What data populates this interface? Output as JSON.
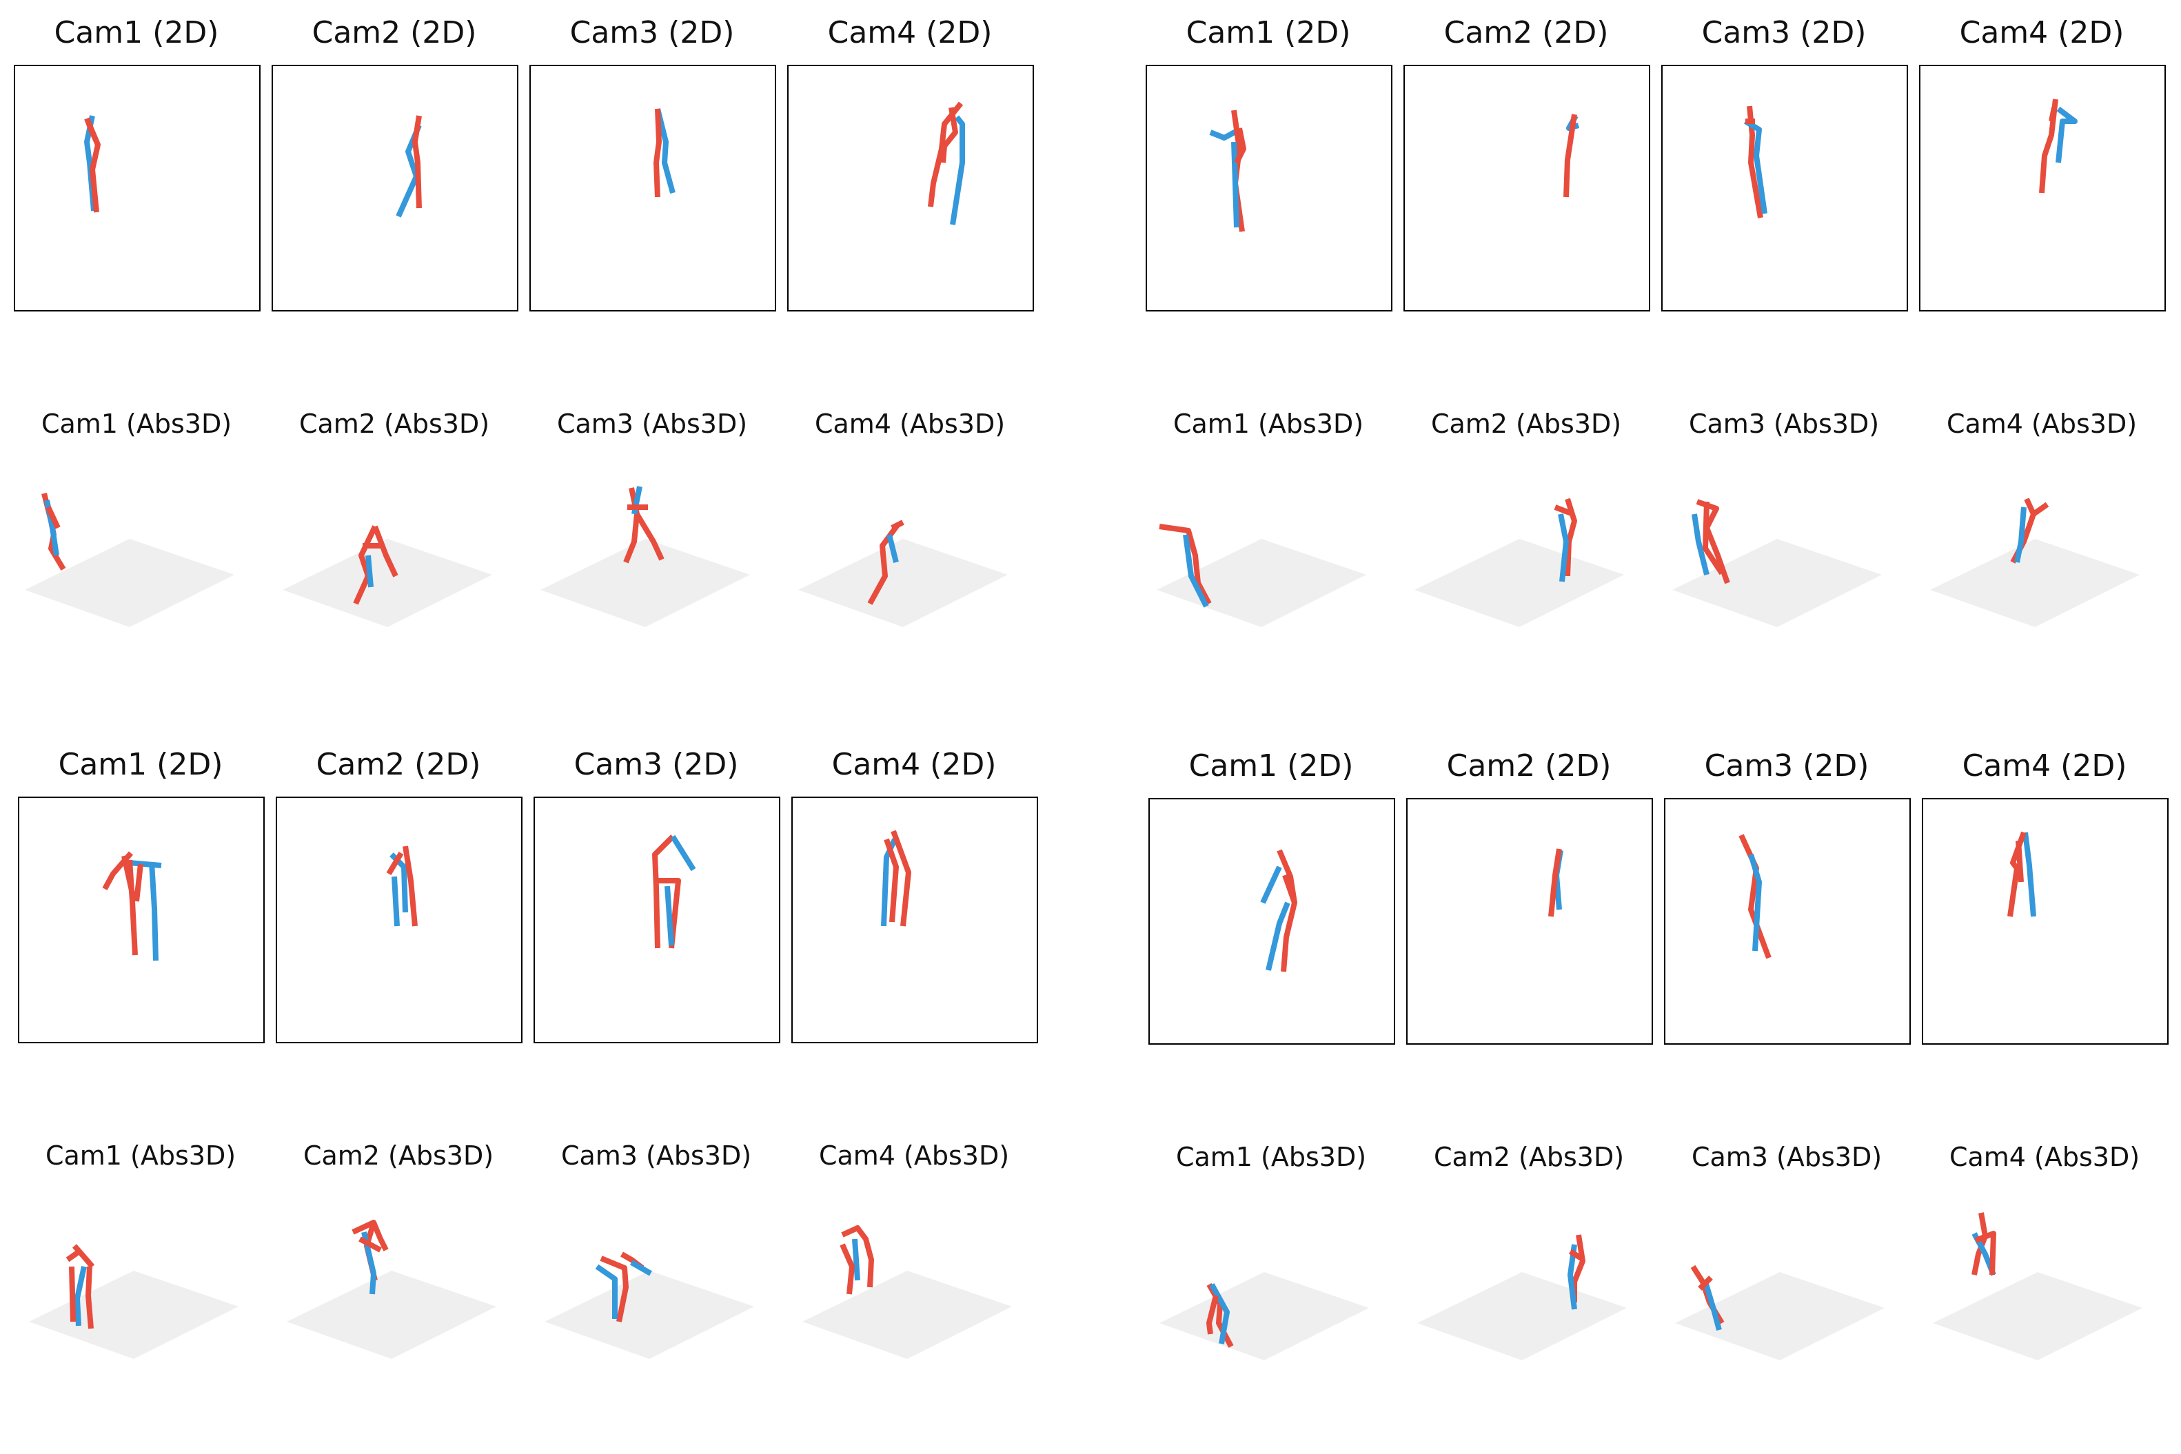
{
  "colors": {
    "blue": "#3498db",
    "red": "#e74c3c",
    "floor": "#efefef"
  },
  "groups": [
    {
      "panels": [
        {
          "title_2d": "Cam1 (2D)",
          "title_3d": "Cam1 (Abs3D)"
        },
        {
          "title_2d": "Cam2 (2D)",
          "title_3d": "Cam2 (Abs3D)"
        },
        {
          "title_2d": "Cam3 (2D)",
          "title_3d": "Cam3 (Abs3D)"
        },
        {
          "title_2d": "Cam4 (2D)",
          "title_3d": "Cam4 (Abs3D)"
        }
      ]
    },
    {
      "panels": [
        {
          "title_2d": "Cam1 (2D)",
          "title_3d": "Cam1 (Abs3D)"
        },
        {
          "title_2d": "Cam2 (2D)",
          "title_3d": "Cam2 (Abs3D)"
        },
        {
          "title_2d": "Cam3 (2D)",
          "title_3d": "Cam3 (Abs3D)"
        },
        {
          "title_2d": "Cam4 (2D)",
          "title_3d": "Cam4 (Abs3D)"
        }
      ]
    },
    {
      "panels": [
        {
          "title_2d": "Cam1 (2D)",
          "title_3d": "Cam1 (Abs3D)"
        },
        {
          "title_2d": "Cam2 (2D)",
          "title_3d": "Cam2 (Abs3D)"
        },
        {
          "title_2d": "Cam3 (2D)",
          "title_3d": "Cam3 (Abs3D)"
        },
        {
          "title_2d": "Cam4 (2D)",
          "title_3d": "Cam4 (Abs3D)"
        }
      ]
    },
    {
      "panels": [
        {
          "title_2d": "Cam1 (2D)",
          "title_3d": "Cam1 (Abs3D)"
        },
        {
          "title_2d": "Cam2 (2D)",
          "title_3d": "Cam2 (Abs3D)"
        },
        {
          "title_2d": "Cam3 (2D)",
          "title_3d": "Cam3 (Abs3D)"
        },
        {
          "title_2d": "Cam4 (2D)",
          "title_3d": "Cam4 (Abs3D)"
        }
      ]
    }
  ]
}
